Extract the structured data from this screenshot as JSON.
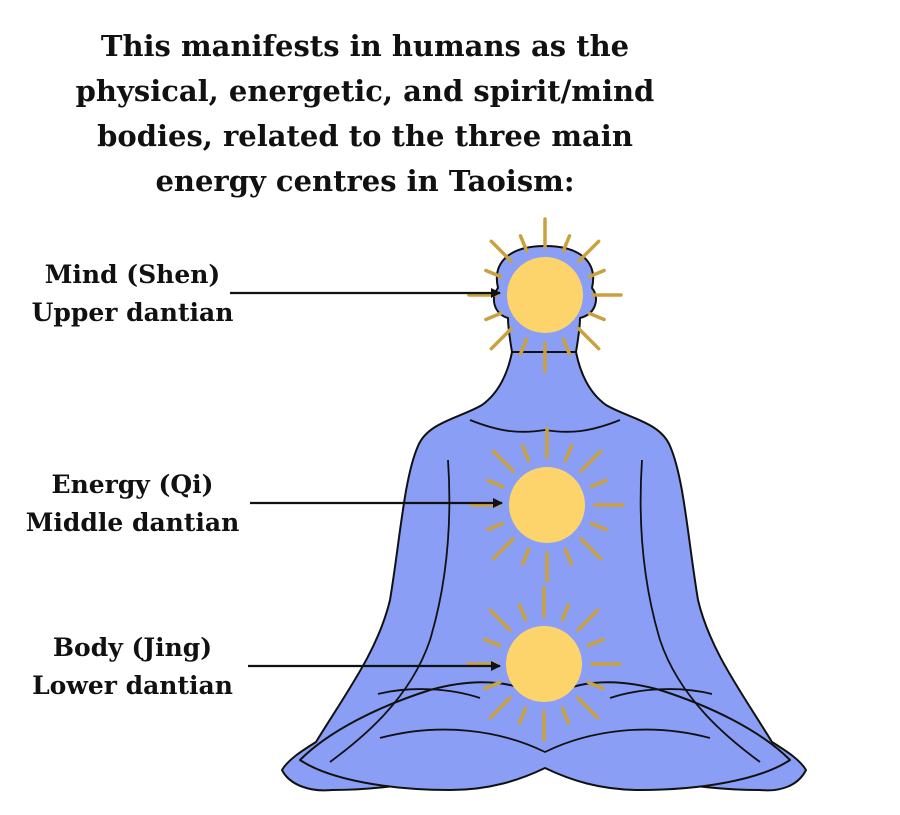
{
  "title_lines": [
    "This manifests in humans as the",
    "physical, energetic, and spirit/mind",
    "bodies, related to the three main",
    "energy centres in Taoism:"
  ],
  "centres": [
    {
      "name": "Mind (Shen)",
      "location": "Upper dantian"
    },
    {
      "name": "Energy (Qi)",
      "location": "Middle dantian"
    },
    {
      "name": "Body (Jing)",
      "location": "Lower dantian"
    }
  ],
  "colors": {
    "body_fill": "#8a9ef5",
    "sun_fill": "#fdd46b",
    "ray_color": "#c9a13e",
    "text": "#111111"
  }
}
